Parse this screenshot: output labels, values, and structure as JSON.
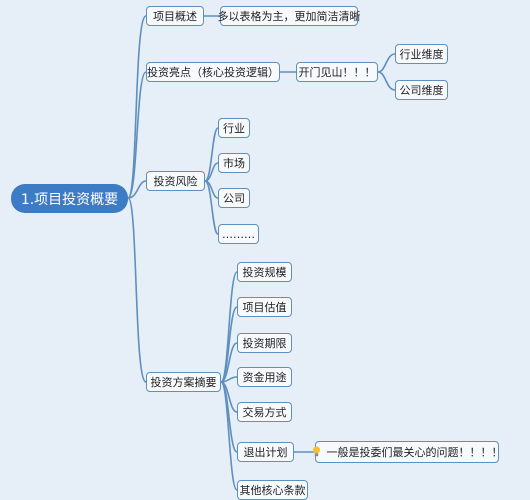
{
  "root": "1.项目投资概要",
  "branches": {
    "overview": {
      "label": "项目概述",
      "note": "多以表格为主，更加简洁清晰"
    },
    "highlights": {
      "label": "投资亮点（核心投资逻辑）",
      "sub": "开门见山！！！",
      "dims": [
        "行业维度",
        "公司维度"
      ]
    },
    "risk": {
      "label": "投资风险",
      "items": [
        "行业",
        "市场",
        "公司",
        "………"
      ]
    },
    "plan": {
      "label": "投资方案摘要",
      "items": [
        "投资规模",
        "项目估值",
        "投资期限",
        "资金用途",
        "交易方式",
        "退出计划",
        "其他核心条款"
      ],
      "exit_note": "一般是投委们最关心的问题！！！！"
    }
  },
  "colors": {
    "background": "#e6eef8",
    "line": "#5f8fbd",
    "root_fill": "#3d7cc4",
    "node_fill": "#f7fafd"
  },
  "icons": {
    "exit_note": "lightbulb-icon"
  }
}
